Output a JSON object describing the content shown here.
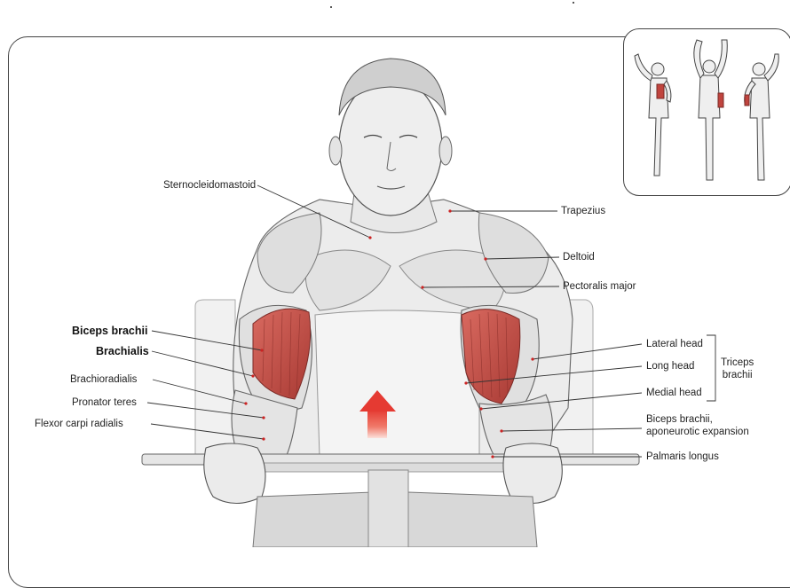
{
  "labels_left": {
    "sternocleidomastoid": "Sternocleidomastoid",
    "biceps_brachii": "Biceps brachii",
    "brachialis": "Brachialis",
    "brachioradialis": "Brachioradialis",
    "pronator_teres": "Pronator teres",
    "flexor_carpi_radialis": "Flexor carpi radialis"
  },
  "labels_right": {
    "trapezius": "Trapezius",
    "deltoid": "Deltoid",
    "pectoralis_major": "Pectoralis major",
    "lateral_head": "Lateral head",
    "long_head": "Long head",
    "medial_head": "Medial head",
    "triceps_brachii": "Triceps\nbrachii",
    "biceps_aponeurotic": "Biceps brachii,\naponeurotic expansion",
    "palmaris_longus": "Palmaris longus"
  },
  "colors": {
    "highlight_muscle": "#c0443e",
    "arrow": "#e53a32",
    "leader_dot": "#cc2222",
    "outline": "#444444"
  },
  "icons": {
    "direction_arrow": "up-arrow-icon"
  }
}
